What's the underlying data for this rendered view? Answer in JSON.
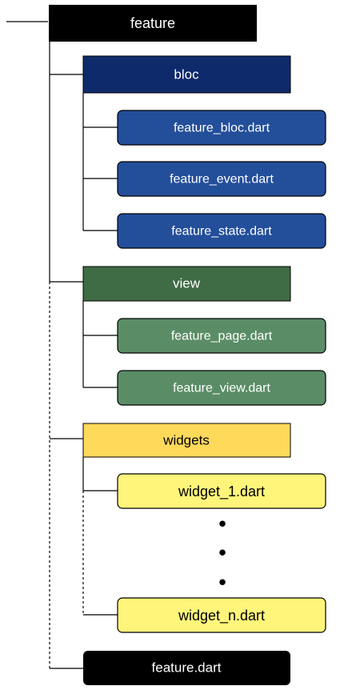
{
  "nodes": {
    "feature": {
      "label": "feature",
      "fill": "#000000",
      "text": "#ffffff"
    },
    "bloc": {
      "label": "bloc",
      "fill": "#0f2a6b",
      "text": "#ffffff"
    },
    "feature_bloc": {
      "label": "feature_bloc.dart",
      "fill": "#234e9a",
      "text": "#ffffff"
    },
    "feature_event": {
      "label": "feature_event.dart",
      "fill": "#234e9a",
      "text": "#ffffff"
    },
    "feature_state": {
      "label": "feature_state.dart",
      "fill": "#234e9a",
      "text": "#ffffff"
    },
    "view": {
      "label": "view",
      "fill": "#3f6b45",
      "text": "#ffffff"
    },
    "feature_page": {
      "label": "feature_page.dart",
      "fill": "#5a8d66",
      "text": "#ffffff"
    },
    "feature_view": {
      "label": "feature_view.dart",
      "fill": "#5a8d66",
      "text": "#ffffff"
    },
    "widgets": {
      "label": "widgets",
      "fill": "#ffd95a",
      "text": "#000000"
    },
    "widget_1": {
      "label": "widget_1.dart",
      "fill": "#fff57a",
      "text": "#000000"
    },
    "ellipsis": [
      "•",
      "•",
      "•"
    ],
    "widget_n": {
      "label": "widget_n.dart",
      "fill": "#fff57a",
      "text": "#000000"
    },
    "feature_dart": {
      "label": "feature.dart",
      "fill": "#000000",
      "text": "#ffffff"
    }
  },
  "colors": {
    "line": "#000000",
    "node_border": "#000000"
  }
}
